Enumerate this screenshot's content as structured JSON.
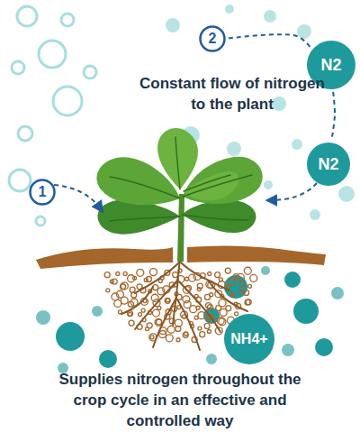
{
  "diagram": {
    "nodes": [
      {
        "text": [
          "2"
        ]
      },
      {
        "text": [
          "N2"
        ]
      },
      {
        "text": [
          "N2"
        ]
      },
      {
        "text": [
          "1"
        ]
      },
      {
        "text": [
          "NH4+"
        ]
      }
    ],
    "edges": [
      {
        "from": 0,
        "to": 1,
        "arrow": "none"
      },
      {
        "from": 1,
        "to": 2,
        "arrow": "none"
      }
    ],
    "labels": [
      "Constant flow of nitrogen to the plant",
      "Supplies nitrogen throughout the crop cycle in an effective and controlled way"
    ]
  }
}
